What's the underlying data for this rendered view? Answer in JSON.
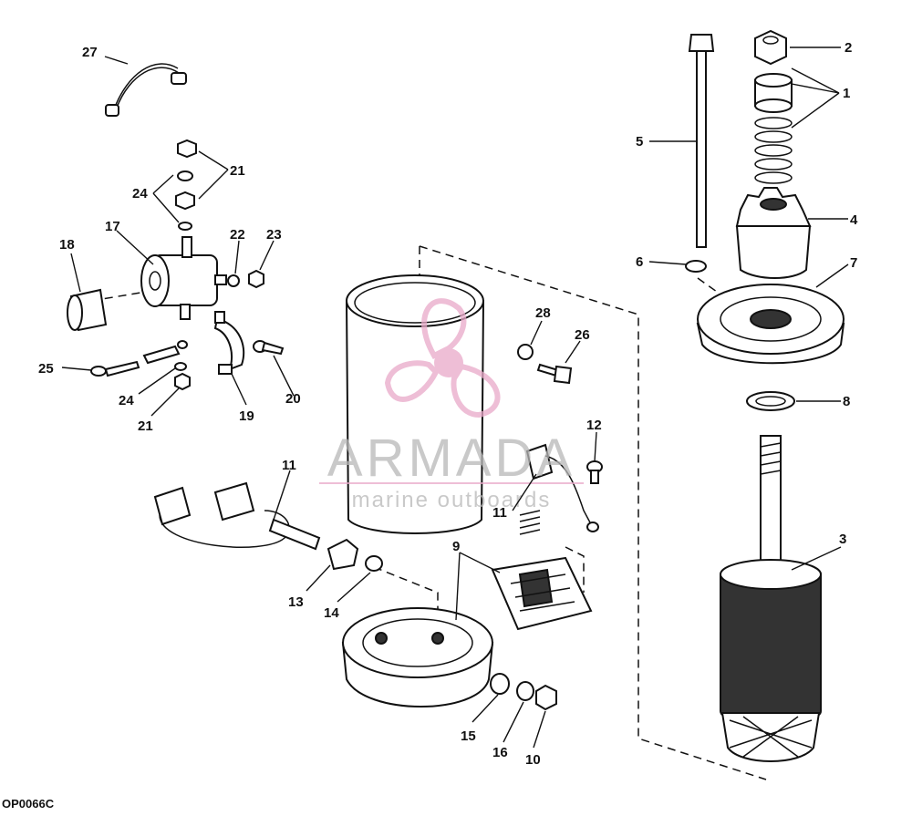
{
  "diagram": {
    "code": "OP0066C",
    "watermark": {
      "brand": "ARMADA",
      "tagline": "marine outboards"
    },
    "callouts": [
      "27",
      "2",
      "1",
      "5",
      "21",
      "24",
      "17",
      "18",
      "22",
      "23",
      "4",
      "6",
      "7",
      "28",
      "26",
      "8",
      "25",
      "24",
      "21",
      "19",
      "20",
      "12",
      "11",
      "11",
      "3",
      "9",
      "13",
      "14",
      "15",
      "16",
      "10"
    ],
    "colors": {
      "ink": "#111111",
      "watermark": "#e9a9c9",
      "background": "#ffffff"
    }
  }
}
